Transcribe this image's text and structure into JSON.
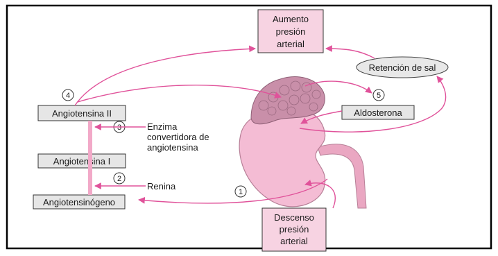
{
  "boxes": {
    "aumento": [
      "Aumento",
      "presión",
      "arterial"
    ],
    "descenso": [
      "Descenso",
      "presión",
      "arterial"
    ],
    "retencion": "Retención de sal",
    "aldosterona": "Aldosterona",
    "angiotensina_ii": "Angiotensina II",
    "angiotensina_i": "Angiotensina I",
    "angiotensinogeno": "Angiotensinógeno"
  },
  "labels": {
    "enzima": [
      "Enzima",
      "convertidora de",
      "angiotensina"
    ],
    "renina": "Renina"
  },
  "steps": {
    "s1": "1",
    "s2": "2",
    "s3": "3",
    "s4": "4",
    "s5": "5"
  },
  "colors": {
    "frame": "#000000",
    "box_fill": "#f7d3e2",
    "arrow": "#e0529a",
    "kidney": "#f2b9d1",
    "kidney_stroke": "#b77f97",
    "adrenal": "#c98fa9",
    "gray_box": "#e6e6e6",
    "gray_border": "#555555"
  }
}
